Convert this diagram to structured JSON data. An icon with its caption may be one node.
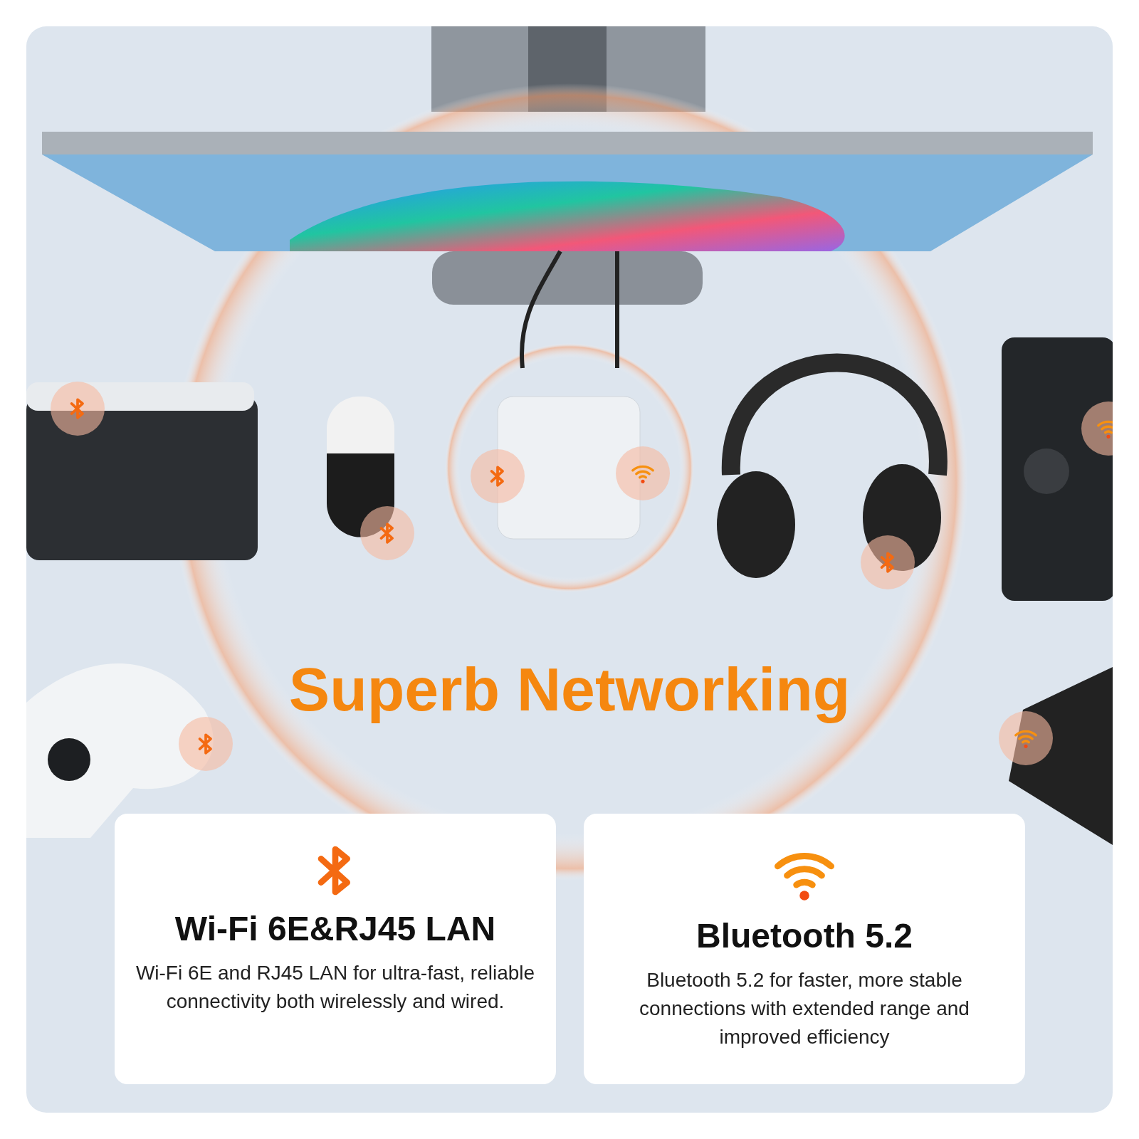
{
  "diagram": {
    "title": "Superb Networking",
    "nodes": [
      {
        "text": [
          "Wi-Fi 6E&RJ45 LAN",
          "Wi-Fi 6E and RJ45 LAN for ultra-fast, reliable connectivity both wirelessly and wired."
        ]
      },
      {
        "text": [
          "Bluetooth 5.2",
          "Bluetooth 5.2 for faster, more stable connections with extended range and improved efficiency"
        ]
      }
    ]
  }
}
